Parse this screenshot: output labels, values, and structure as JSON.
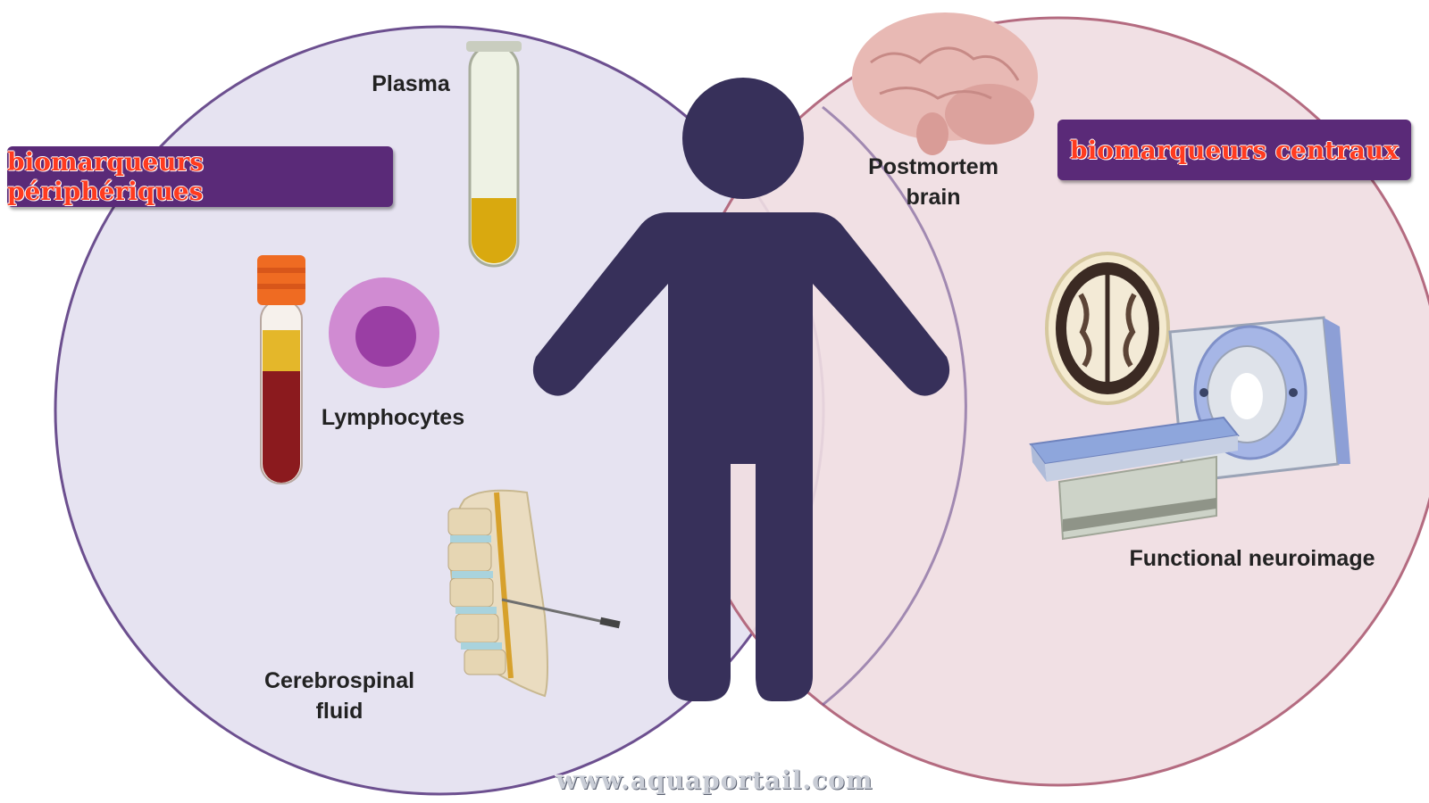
{
  "badges": {
    "peripheral": "biomarqueurs périphériques",
    "central": "biomarqueurs centraux"
  },
  "labels": {
    "plasma": "Plasma",
    "lymphocytes": "Lymphocytes",
    "csf_line1": "Cerebrospinal",
    "csf_line2": "fluid",
    "brain_line1": "Postmortem",
    "brain_line2": "brain",
    "neuroimage": "Functional neuroimage"
  },
  "watermark": "www.aquaportail.com",
  "colors": {
    "left_circle": "#e6e3f1",
    "right_circle": "#f0dde2",
    "person": "#37305a",
    "badge_bg": "#5a2a78",
    "badge_text": "#ff3b1f"
  }
}
